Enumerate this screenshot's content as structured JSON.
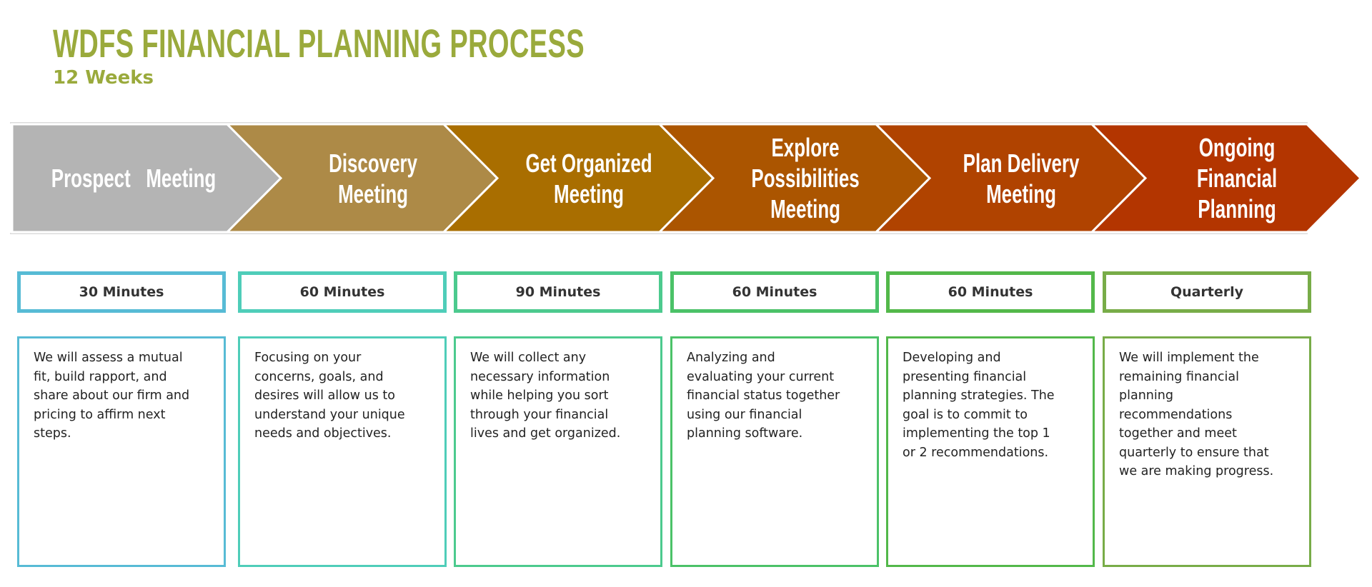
{
  "header": {
    "title": "WDFS FINANCIAL PLANNING PROCESS",
    "subtitle": "12 Weeks",
    "color": "#9aaa3c"
  },
  "steps": [
    {
      "label": "Prospect   Meeting",
      "color": "#b4b4b4",
      "duration": "30 Minutes",
      "accent": "#57bbd5",
      "description": [
        "We will assess a mutual",
        "fit, build rapport, and",
        "share about our firm and",
        "pricing to affirm next",
        "steps."
      ]
    },
    {
      "label": "Discovery\nMeeting",
      "color": "#ad8a47",
      "duration": "60 Minutes",
      "accent": "#4fcdb9",
      "description": [
        "Focusing on your",
        "concerns, goals, and",
        "desires will allow us to",
        "understand your unique",
        "needs and objectives."
      ]
    },
    {
      "label": "Get Organized\nMeeting",
      "color": "#a96e00",
      "duration": "90 Minutes",
      "accent": "#4cca8e",
      "description": [
        "We will collect any",
        "necessary information",
        "while helping you sort",
        "through your financial",
        "lives and get organized."
      ]
    },
    {
      "label": "Explore\nPossibilities\nMeeting",
      "color": "#ab5500",
      "duration": "60 Minutes",
      "accent": "#4bc268",
      "description": [
        "Analyzing and",
        "evaluating your current",
        "financial status together",
        "using our financial",
        "planning software."
      ]
    },
    {
      "label": "Plan Delivery\nMeeting",
      "color": "#b04300",
      "duration": "60 Minutes",
      "accent": "#53b84a",
      "description": [
        "Developing and",
        "presenting financial",
        "planning strategies. The",
        "goal is to commit to",
        "implementing the top 1",
        "or 2 recommendations."
      ]
    },
    {
      "label": "Ongoing\nFinancial\nPlanning",
      "color": "#b33500",
      "duration": "Quarterly",
      "accent": "#78ac48",
      "description": [
        "We will implement the",
        "remaining financial",
        "planning",
        "recommendations",
        "together and meet",
        "quarterly to ensure that",
        "we are making progress."
      ]
    }
  ]
}
